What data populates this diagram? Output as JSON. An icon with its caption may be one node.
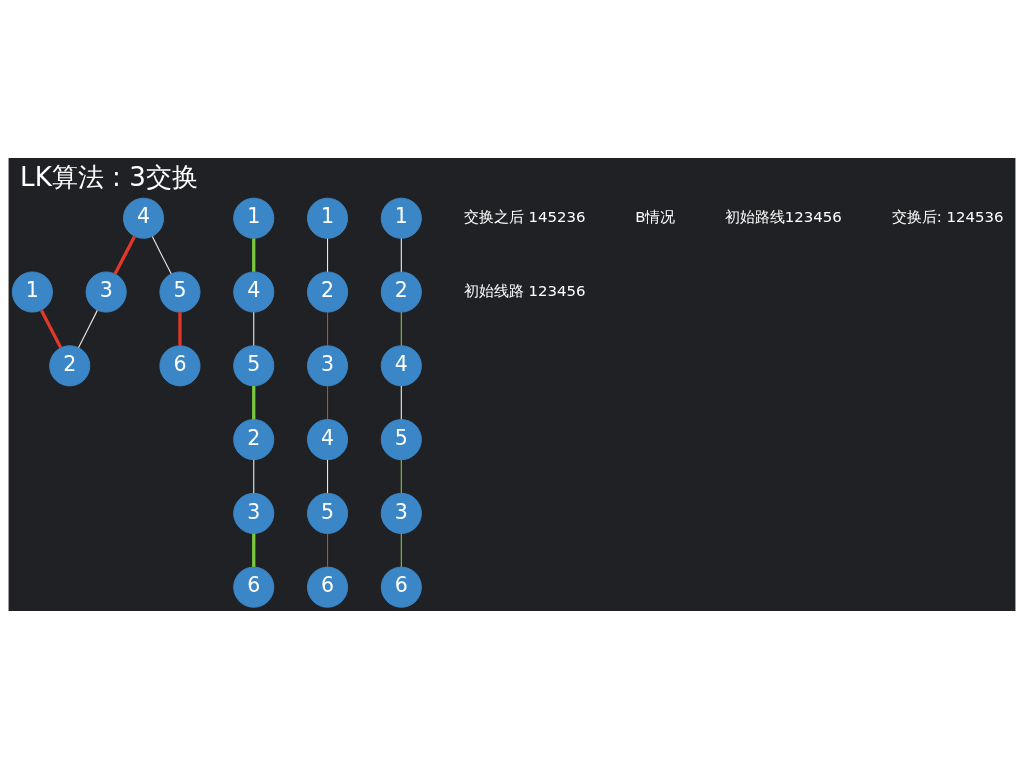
{
  "diagram": {
    "title": "LK算法 : 3交换",
    "nodes": [
      {
        "text": [
          "1"
        ]
      },
      {
        "text": [
          "2"
        ]
      },
      {
        "text": [
          "3"
        ]
      },
      {
        "text": [
          "4"
        ]
      },
      {
        "text": [
          "5"
        ]
      },
      {
        "text": [
          "6"
        ]
      },
      {
        "text": [
          "1"
        ]
      },
      {
        "text": [
          "2"
        ]
      },
      {
        "text": [
          "3"
        ]
      },
      {
        "text": [
          "4"
        ]
      },
      {
        "text": [
          "5"
        ]
      },
      {
        "text": [
          "6"
        ]
      },
      {
        "text": [
          "1"
        ]
      },
      {
        "text": [
          "2"
        ]
      },
      {
        "text": [
          "3"
        ]
      },
      {
        "text": [
          "4"
        ]
      },
      {
        "text": [
          "5"
        ]
      },
      {
        "text": [
          "6"
        ]
      },
      {
        "text": [
          "1"
        ]
      },
      {
        "text": [
          "2"
        ]
      },
      {
        "text": [
          "3"
        ]
      },
      {
        "text": [
          "4"
        ]
      },
      {
        "text": [
          "5"
        ]
      },
      {
        "text": [
          "6"
        ]
      }
    ],
    "edges": [
      {
        "from": 0,
        "to": 1,
        "arrow": "none",
        "style": "thick",
        "color": "#e0392b"
      },
      {
        "from": 3,
        "to": 2,
        "arrow": "none",
        "style": "thick",
        "color": "#e0392b"
      },
      {
        "from": 4,
        "to": 5,
        "arrow": "none",
        "style": "thick",
        "color": "#e0392b"
      },
      {
        "from": 3,
        "to": 4,
        "arrow": "none"
      },
      {
        "from": 2,
        "to": 1,
        "arrow": "none"
      },
      {
        "from": 6,
        "to": 9,
        "arrow": "none",
        "style": "thick",
        "color": "#7ac943"
      },
      {
        "from": 9,
        "to": 10,
        "arrow": "none"
      },
      {
        "from": 10,
        "to": 7,
        "arrow": "none",
        "style": "thick",
        "color": "#7ac943"
      },
      {
        "from": 7,
        "to": 8,
        "arrow": "none"
      },
      {
        "from": 8,
        "to": 11,
        "arrow": "none",
        "style": "thick",
        "color": "#7ac943"
      },
      {
        "from": 12,
        "to": 13,
        "arrow": "none"
      },
      {
        "from": 13,
        "to": 14,
        "arrow": "none",
        "color": "#e0392b"
      },
      {
        "from": 14,
        "to": 15,
        "arrow": "none",
        "color": "#e0392b"
      },
      {
        "from": 15,
        "to": 16,
        "arrow": "none"
      },
      {
        "from": 16,
        "to": 17,
        "arrow": "none",
        "color": "#e0392b"
      },
      {
        "from": 18,
        "to": 19,
        "arrow": "none"
      },
      {
        "from": 19,
        "to": 21,
        "arrow": "none",
        "color": "#7ac943"
      },
      {
        "from": 21,
        "to": 22,
        "arrow": "none"
      },
      {
        "from": 22,
        "to": 20,
        "arrow": "none",
        "color": "#7ac943"
      },
      {
        "from": 20,
        "to": 23,
        "arrow": "none",
        "color": "#7ac943"
      }
    ],
    "labels": [
      "初始线路 123456",
      "交换之后 145236",
      "B情况",
      "初始路线123456",
      "交换后: 124536"
    ]
  }
}
